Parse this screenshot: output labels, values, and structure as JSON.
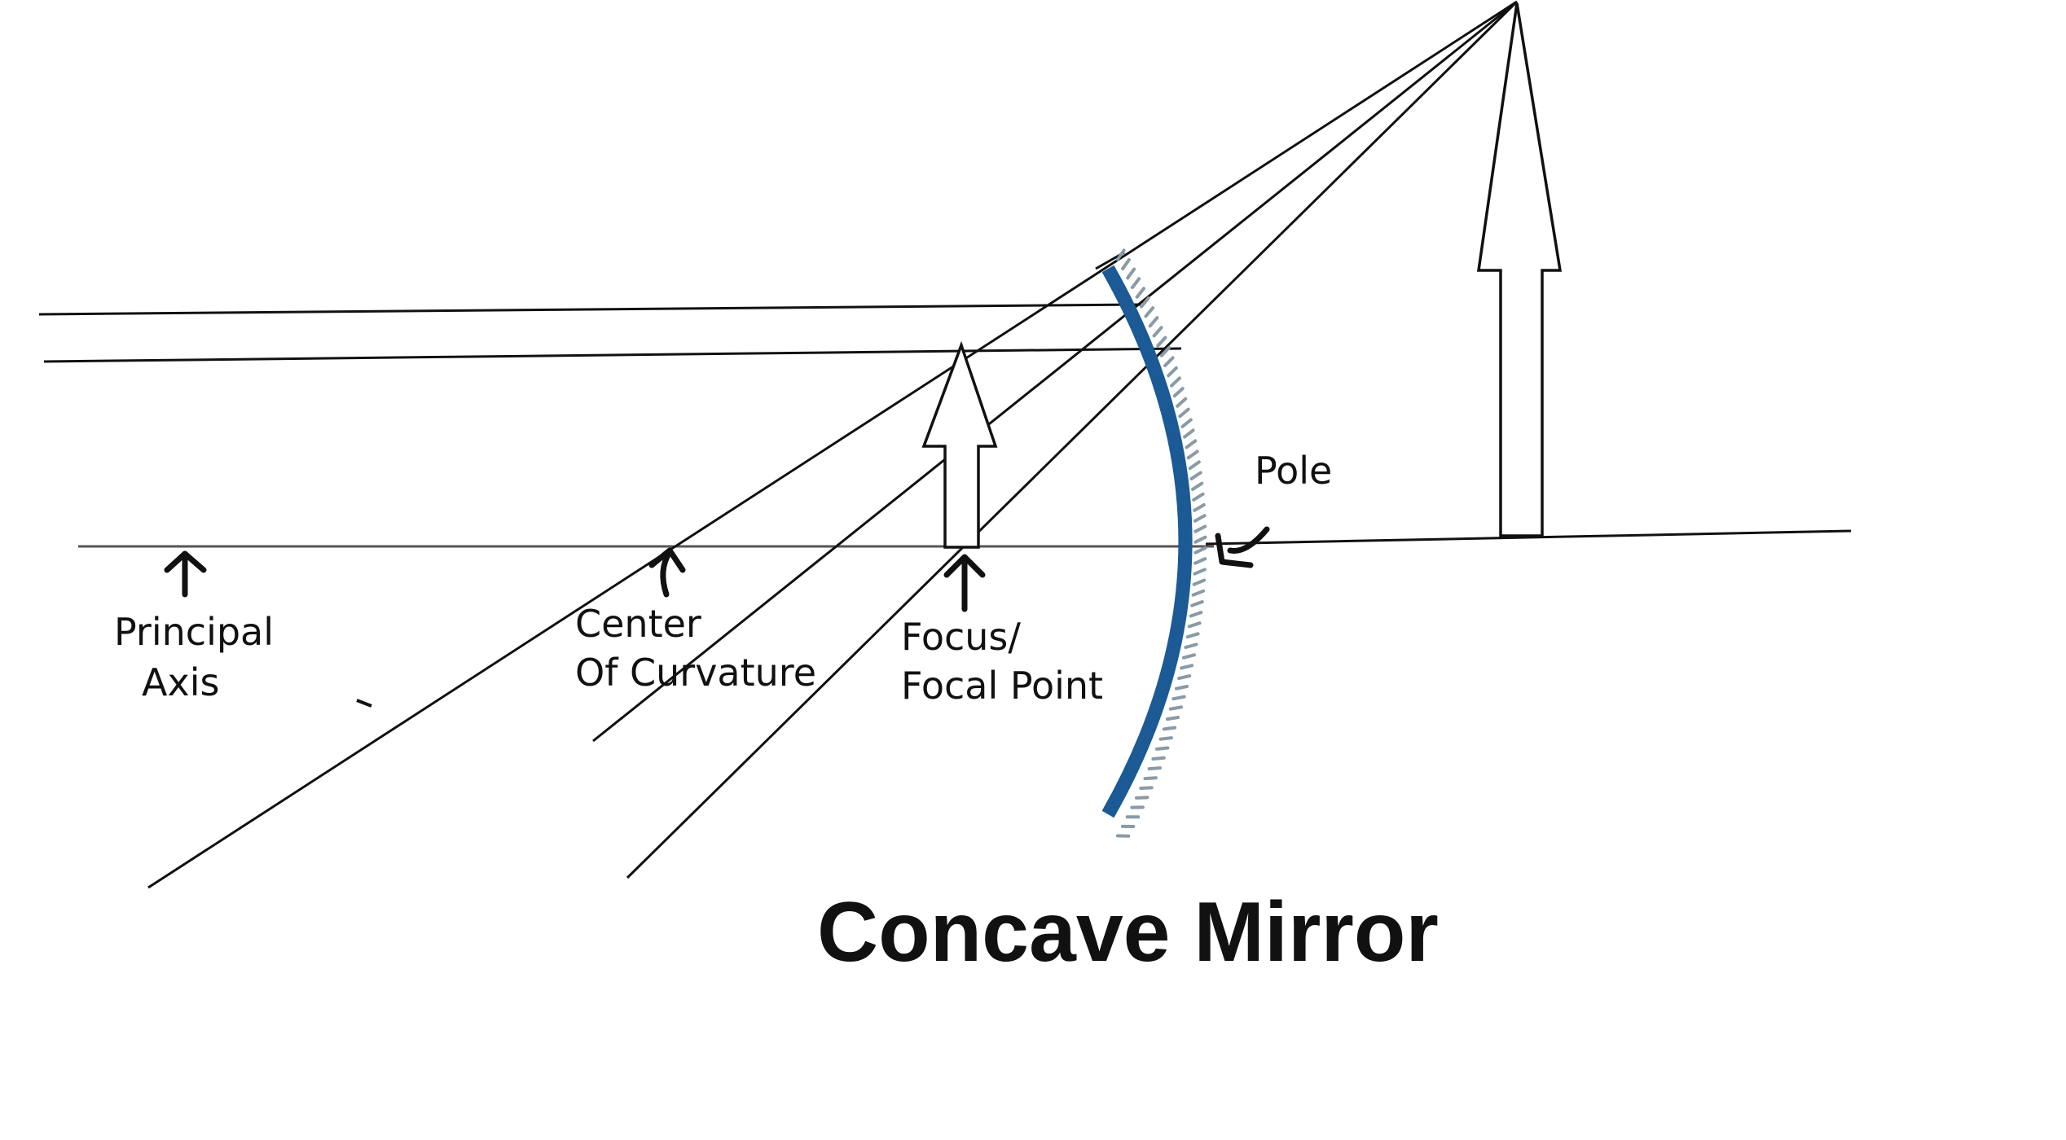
{
  "title": "Concave Mirror",
  "labels": {
    "principal_axis_line1": "Principal",
    "principal_axis_line2": "Axis",
    "center_line1": "Center",
    "center_line2": "Of Curvature",
    "focus_line1": "Focus/",
    "focus_line2": "Focal Point",
    "pole": "Pole"
  },
  "colors": {
    "mirror": "#1b5a94",
    "mirror_hatch": "#8a9aa6",
    "lines": "#111111",
    "background": "#ffffff"
  }
}
